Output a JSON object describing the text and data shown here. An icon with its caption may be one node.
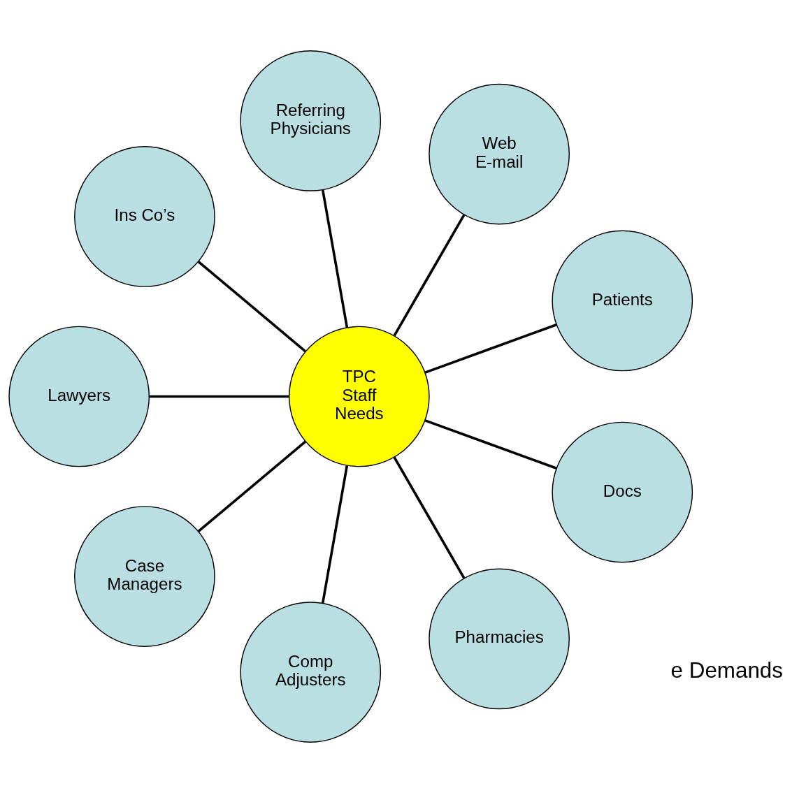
{
  "diagram": {
    "nodes": [
      {
        "text": [
          "TPC Staff Needs"
        ]
      },
      {
        "text": [
          "Patients"
        ]
      },
      {
        "text": [
          "Web E-mail"
        ]
      },
      {
        "text": [
          "Referring Physicians"
        ]
      },
      {
        "text": [
          "Ins Co’s"
        ]
      },
      {
        "text": [
          "Lawyers"
        ]
      },
      {
        "text": [
          "Case Managers"
        ]
      },
      {
        "text": [
          "Comp Adjusters"
        ]
      },
      {
        "text": [
          "Pharmacies"
        ]
      },
      {
        "text": [
          "Docs"
        ]
      }
    ],
    "edges": [
      {
        "from": 0,
        "to": 1,
        "arrow": "none"
      },
      {
        "from": 0,
        "to": 2,
        "arrow": "none"
      },
      {
        "from": 0,
        "to": 3,
        "arrow": "none"
      },
      {
        "from": 0,
        "to": 4,
        "arrow": "none"
      },
      {
        "from": 0,
        "to": 5,
        "arrow": "none"
      },
      {
        "from": 0,
        "to": 6,
        "arrow": "none"
      },
      {
        "from": 0,
        "to": 7,
        "arrow": "none"
      },
      {
        "from": 0,
        "to": 8,
        "arrow": "none"
      },
      {
        "from": 0,
        "to": 9,
        "arrow": "none"
      }
    ],
    "labels": [
      "e Demands"
    ]
  }
}
